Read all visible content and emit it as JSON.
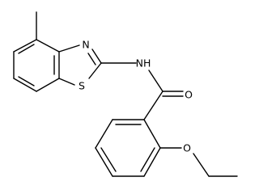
{
  "molecule": {
    "atoms": {
      "nitrogen_ring": "N",
      "sulfur_ring": "S",
      "nitrogen_amide": "NH",
      "oxygen_carbonyl": "O",
      "oxygen_ether": "O"
    }
  }
}
